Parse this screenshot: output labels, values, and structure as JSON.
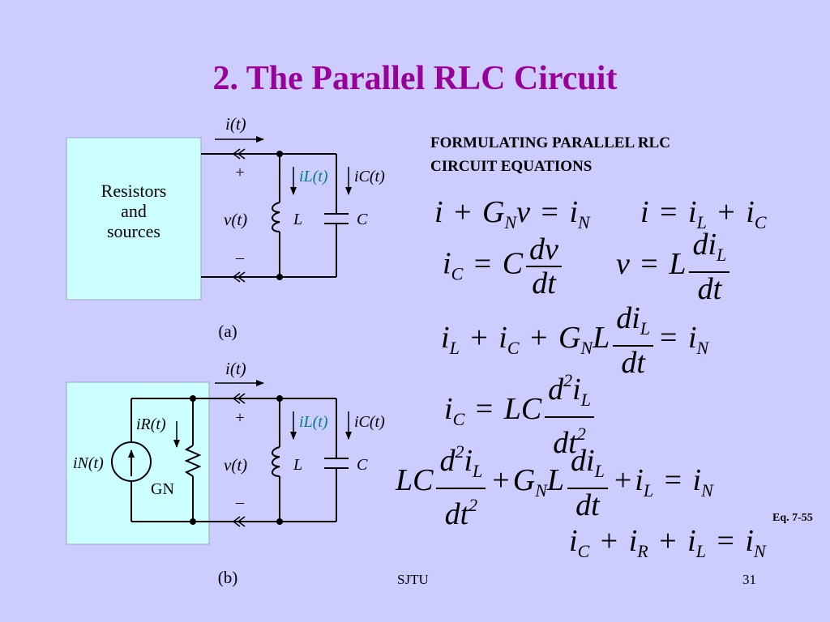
{
  "title": "2. The Parallel RLC Circuit",
  "figure_a": {
    "block_label": [
      "Resistors",
      "and",
      "sources"
    ],
    "current_label": "i(t)",
    "voltage_label": "v(t)",
    "plus": "+",
    "minus": "–",
    "il_label": "iL(t)",
    "ic_label": "iC(t)",
    "inductor_label": "L",
    "capacitor_label": "C",
    "caption": "(a)"
  },
  "figure_b": {
    "source_label": "iN(t)",
    "ir_label": "iR(t)",
    "conductance_label": "GN",
    "current_label": "i(t)",
    "voltage_label": "v(t)",
    "plus": "+",
    "minus": "–",
    "il_label": "iL(t)",
    "ic_label": "iC(t)",
    "inductor_label": "L",
    "capacitor_label": "C",
    "caption": "(b)"
  },
  "equations": {
    "heading_line1": "FORMULATING PARALLEL RLC",
    "heading_line2": "CIRCUIT EQUATIONS",
    "label": "Eq. 7-55"
  },
  "footer": {
    "center": "SJTU",
    "page_number": "31"
  },
  "colors": {
    "title": "#990099",
    "background": "#ccccff",
    "panel": "#ccffff",
    "highlight_label": "#008080"
  }
}
